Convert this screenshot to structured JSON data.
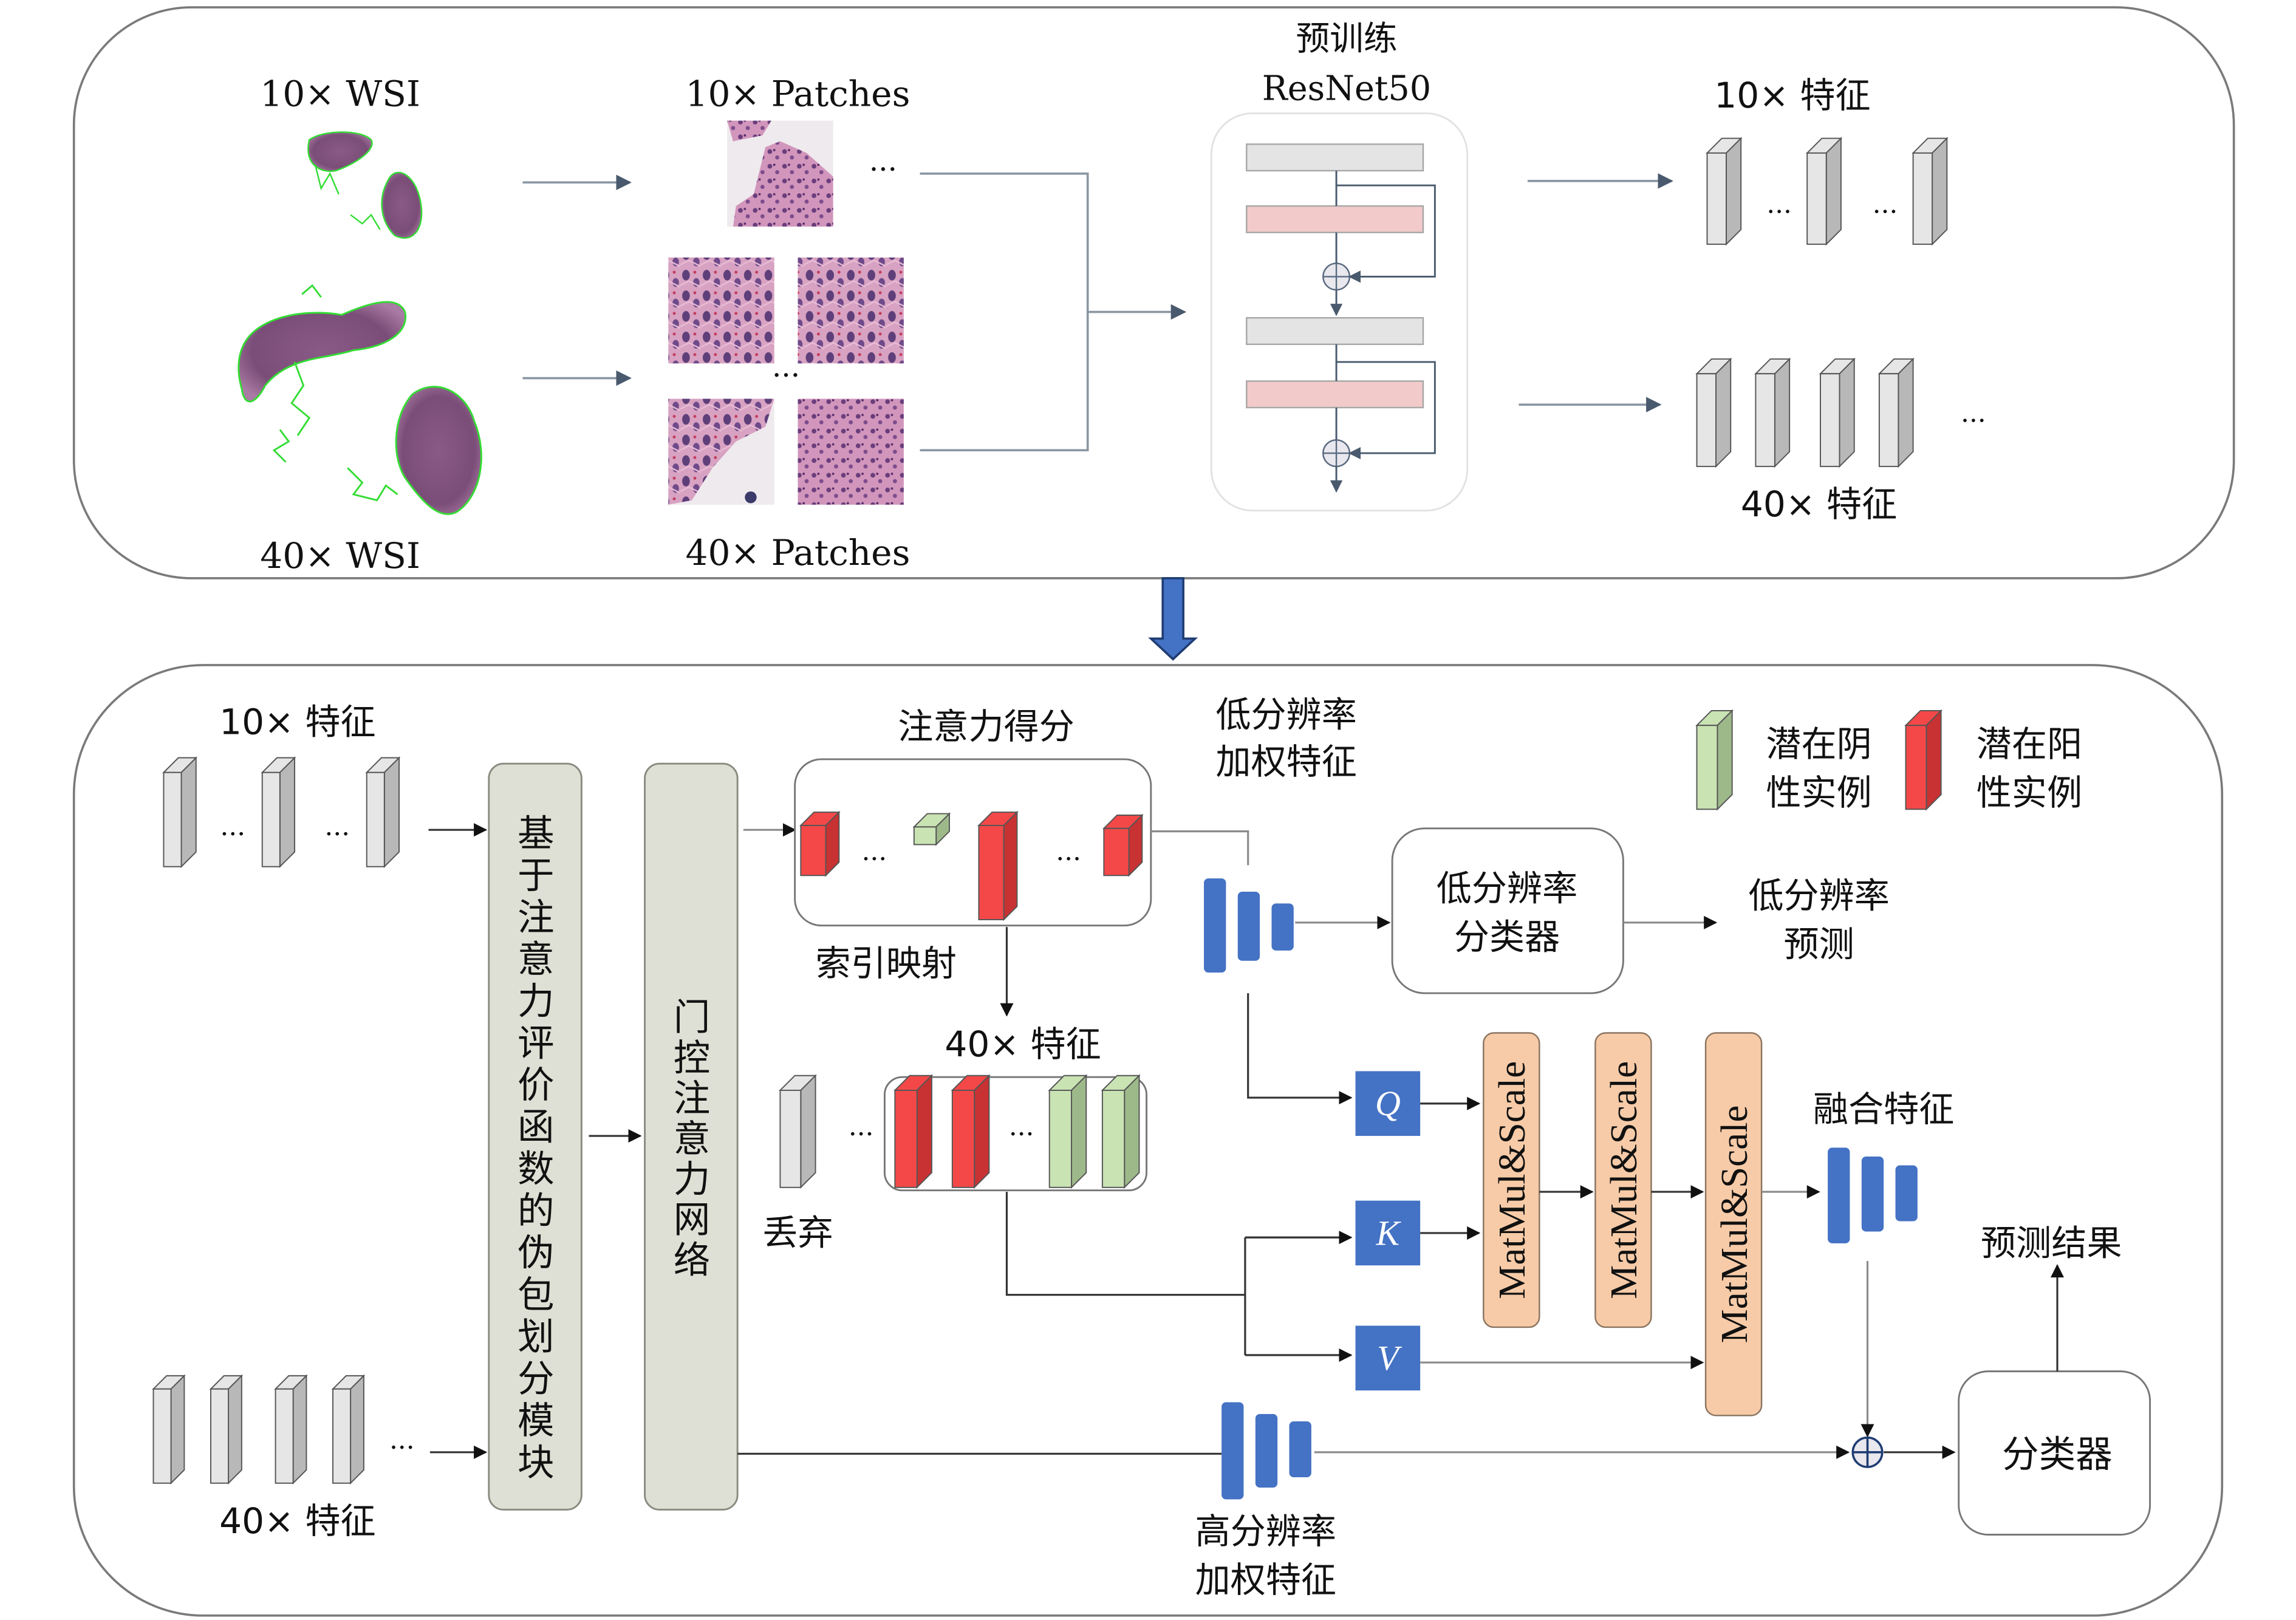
{
  "colors": {
    "panel_border": "#7a7a7a",
    "line": "#333333",
    "line_gray": "#8a96a3",
    "feature_gray_face": "#e6e6e6",
    "feature_gray_side": "#b8b8b8",
    "positive_red_face": "#f44848",
    "positive_red_side": "#c83232",
    "negative_green_face": "#c9e3b3",
    "negative_green_side": "#9db98a",
    "blue": "#4472c4",
    "module_fill": "#dfe0d5",
    "matmul_fill": "#f7cba8",
    "resnet_gray": "#e4e4e4",
    "resnet_pink": "#f3caca"
  },
  "top_panel": {
    "wsi_10x_label": "10× WSI",
    "wsi_40x_label": "40× WSI",
    "patches_10x_label": "10× Patches",
    "patches_40x_label": "40× Patches",
    "resnet_title_line1": "预训练",
    "resnet_title_line2": "ResNet50",
    "features_10x_label": "10× 特征",
    "features_40x_label": "40× 特征",
    "ellipsis": "···"
  },
  "bottom_panel": {
    "features_10x_label": "10× 特征",
    "features_40x_label": "40× 特征",
    "pseudo_bag_module": "基于注意力评价函数的伪包划分模块",
    "gated_attention": "门控注意力网络",
    "attention_score_label": "注意力得分",
    "index_mapping_label": "索引映射",
    "mapped_40x_label": "40× 特征",
    "discard_label": "丢弃",
    "low_res_weighted_line1": "低分辨率",
    "low_res_weighted_line2": "加权特征",
    "high_res_weighted_line1": "高分辨率",
    "high_res_weighted_line2": "加权特征",
    "low_res_classifier_line1": "低分辨率",
    "low_res_classifier_line2": "分类器",
    "low_res_prediction_line1": "低分辨率",
    "low_res_prediction_line2": "预测",
    "q_label": "Q",
    "k_label": "K",
    "v_label": "V",
    "matmul_label": "MatMul&Scale",
    "fused_feature_label": "融合特征",
    "classifier_label": "分类器",
    "prediction_label": "预测结果",
    "ellipsis": "···"
  },
  "legend": {
    "negative_line1": "潜在阴",
    "negative_line2": "性实例",
    "positive_line1": "潜在阳",
    "positive_line2": "性实例"
  }
}
